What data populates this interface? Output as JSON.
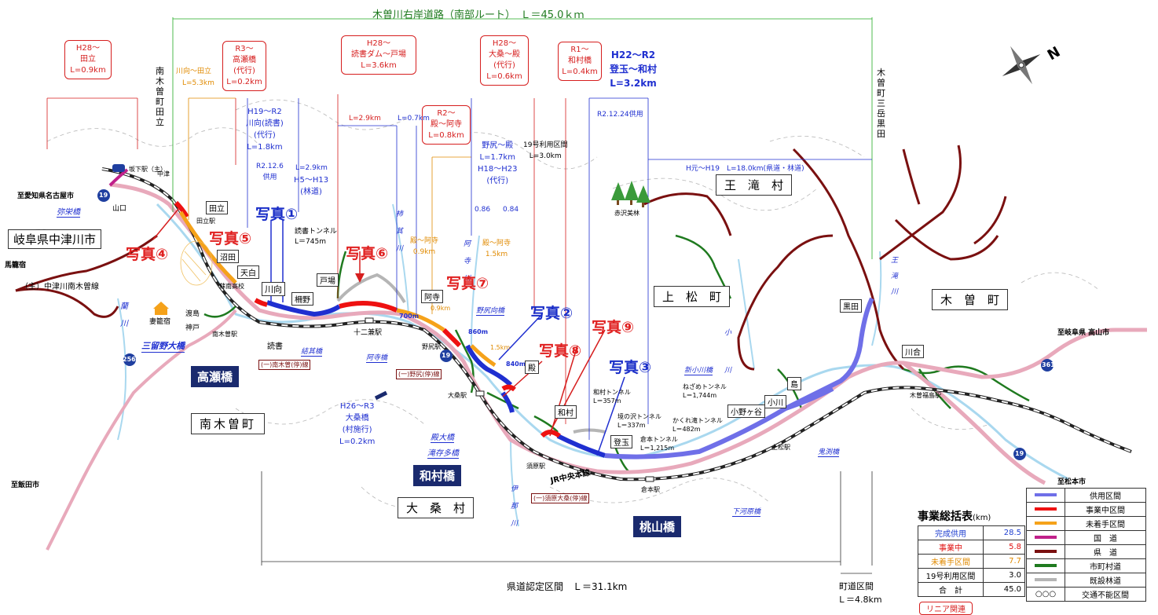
{
  "header": {
    "title": "木曽川右岸道路（南部ルート）　Ｌ＝45.0ｋｍ"
  },
  "bottom": {
    "pref_section": "県道認定区間　Ｌ＝31.1km",
    "town_section_1": "町道区間",
    "town_section_2": "Ｌ＝4.8km",
    "linear": "リニア関連"
  },
  "region_labels": {
    "gifu": "岐阜県中津川市",
    "minamikiso": "南木曽町",
    "okuwa": "大　桑　村",
    "agematsu": "上　松　町",
    "otaki": "王　滝　村",
    "kiso": "木　曽　町"
  },
  "red_boxes": [
    {
      "text": "H28～\n田立\nL=0.9km"
    },
    {
      "text": "R3～\n高瀬橋\n(代行)\nL=0.2km"
    },
    {
      "text": "H28～\n読書ダム～戸場\nL=3.6km"
    },
    {
      "text": "R2～\n殿～阿寺\nL=0.8km"
    },
    {
      "text": "H28～\n大桑～殿\n(代行)\nL=0.6km"
    },
    {
      "text": "R1～\n和村橋\nL=0.4km"
    }
  ],
  "blue_texts": {
    "h22": "H22～R2",
    "h22b": "登玉～和村",
    "h22c": "L=3.2km",
    "r21224": "R2.12.24供用",
    "h19a": "H19～R2",
    "h19b": "川向(読書)",
    "h19c": "(代行)",
    "h19d": "L=1.8km",
    "r2126": "R2.12.6",
    "r2126b": "供用",
    "l29": "L=2.9km",
    "h5": "H5～H13",
    "h5b": "(林道)",
    "l29b": "L=2.9km",
    "l07": "L=0.7km",
    "nojiri1": "野尻～殿",
    "nojiri2": "L=1.7km",
    "nojiri3": "H18～H23",
    "nojiri4": "(代行)",
    "n086": "0.86",
    "n084": "0.84",
    "hmoto": "H元～H19　L=18.0km(県道・林道)",
    "h26a": "H26～R3",
    "h26b": "大桑橋",
    "h26c": "(村施行)",
    "h26d": "L=0.2km",
    "m700": "700m",
    "m860": "860m",
    "m840": "840m"
  },
  "orange_texts": {
    "kawamukai": "川向～田立",
    "kawamukai_l": "L=5.3km",
    "tono1": "殿～阿寺",
    "tono1_l": "0.9km",
    "tono2": "殿～阿寺",
    "tono2_l": "1.5km",
    "k09": "0.9km",
    "k15": "1.5km"
  },
  "black_texts": {
    "use19": "19号利用区間",
    "use19_l": "L=3.0km",
    "minamikiso_v": "南木曽町　田立",
    "kiso_v": "木曽町三岳　黒田",
    "akasawa": "赤沢美林",
    "nakatsu": "中津",
    "sakashita": "坂下駅（主）",
    "yamaguchi": "山口",
    "to_nagoya": "至愛知県名古屋市",
    "magome": "馬籠宿",
    "main_road": "（主）中津川南木曽線",
    "tsumago": "妻籠宿",
    "watashijima": "渡島",
    "gando": "神戸",
    "yomikaki": "読書",
    "yomikaki_tunnel": "読書トンネル",
    "yomikaki_tunnel_l": "L＝745m",
    "nagiso_hs": "蘇南高校",
    "juniken": "十二兼駅",
    "nojiri_st": "野尻駅",
    "okuwa_st": "大桑駅",
    "suhara_st": "須原駅",
    "kuramoto_st": "倉本駅",
    "agematsu_st": "上松駅",
    "kisofukushima_st": "木曽福島駅",
    "tadachi_st": "田立駅",
    "nagiso_st": "南木曽駅",
    "jr": "JR中央本線",
    "to_iida": "至飯田市",
    "to_matsumoto": "至松本市",
    "to_takayama": "至岐阜県 高山市",
    "wamura_t": "和村トンネル",
    "wamura_tl": "L＝357m",
    "sakai_t": "境の沢トンネル",
    "sakai_tl": "L＝337m",
    "kakure_t": "かくれ滝トンネル",
    "kakure_tl": "L＝482m",
    "kuramoto_t": "倉本トンネル",
    "kuramoto_tl": "L＝1,215m",
    "nezame_t": "ねざめトンネル",
    "nezame_tl": "L＝1,744m"
  },
  "place_boxes": {
    "tadachi": "田立",
    "numata": "沼田",
    "tenpaku": "天白",
    "kawamukai": "川向",
    "tonoba": "戸場",
    "naino": "柵野",
    "atera": "阿寺",
    "tono": "殿",
    "wamura": "和村",
    "tougyoku": "登玉",
    "onoya": "小野ヶ谷",
    "ogawa": "小川",
    "shima": "島",
    "kuroda": "黒田",
    "kawai": "川合"
  },
  "bridges_blue": {
    "yasaka": "弥栄橋",
    "sandono": "三留野大橋",
    "kekiso": "結其橋",
    "atera_b": "阿寺橋",
    "nojiri_b": "野尻向橋",
    "tono_b": "殿大橋",
    "suhara_b": "滝存多橋",
    "shin_ogawa": "新小川橋",
    "kiso_b": "鬼渕橋",
    "shimo_b": "下河原橋"
  },
  "navy_labels": {
    "takase": "高瀬橋",
    "wamura": "和村橋",
    "momoyama": "桃山橋"
  },
  "route_labels": {
    "minamikiso_line": "(一)南木曽(停)線",
    "nojiri_line": "(一)野尻(停)線",
    "suhara_line": "(一)須原大桑(停)線"
  },
  "rivers": {
    "ran": "蘭　川",
    "kekiso": "柿　其　川",
    "atera": "阿　寺　川",
    "ina": "伊　那　川",
    "ko": "小　川",
    "otaki": "王　滝　川"
  },
  "photos": {
    "p1": "写真①",
    "p2": "写真②",
    "p3": "写真③",
    "p4": "写真④",
    "p5": "写真⑤",
    "p6": "写真⑥",
    "p7": "写真⑦",
    "p8": "写真⑧",
    "p9": "写真⑨"
  },
  "compass": "N",
  "summary": {
    "title": "事業総括表",
    "unit": "(km)",
    "rows": [
      {
        "label": "完成供用",
        "value": "28.5",
        "color": "#2040d0"
      },
      {
        "label": "事業中",
        "value": "5.8",
        "color": "#e01010"
      },
      {
        "label": "未着手区間",
        "value": "7.7",
        "color": "#e08a00"
      },
      {
        "label": "19号利用区間",
        "value": "3.0",
        "color": "#000000"
      },
      {
        "label": "合　計",
        "value": "45.0",
        "color": "#000000"
      }
    ]
  },
  "legend": [
    {
      "label": "供用区間",
      "color": "#6f6fe8"
    },
    {
      "label": "事業中区間",
      "color": "#ee1111"
    },
    {
      "label": "未着手区間",
      "color": "#f5a21a"
    },
    {
      "label": "国　道",
      "color": "#c0208a"
    },
    {
      "label": "県　道",
      "color": "#7a1010"
    },
    {
      "label": "市町村道",
      "color": "#1f7a1f"
    },
    {
      "label": "既設林道",
      "color": "#b5b5b5"
    },
    {
      "label": "交通不能区間",
      "color": ""
    }
  ],
  "route_shields": {
    "r19": "19",
    "r256": "256",
    "r361": "361",
    "r20": "19"
  }
}
